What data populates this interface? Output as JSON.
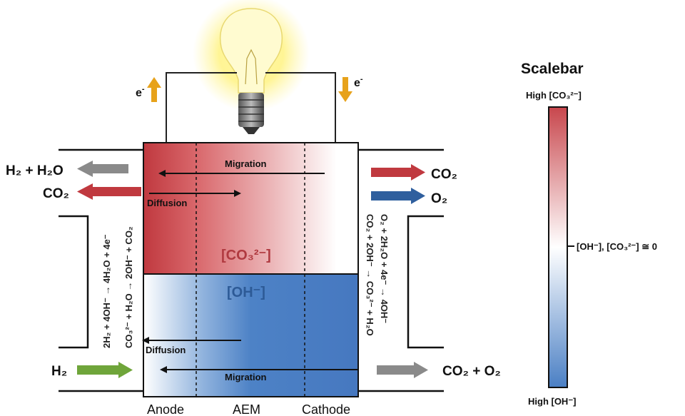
{
  "labels": {
    "electron_left": "e",
    "electron_right": "e",
    "electron_sup": "-",
    "out_left_top": "H₂ + H₂O",
    "out_left_co2": "CO₂",
    "in_left_h2": "H₂",
    "in_right_co2": "CO₂",
    "in_right_o2": "O₂",
    "out_right": "CO₂ + O₂",
    "migration_top": "Migration",
    "diffusion_top": "Diffusion",
    "diffusion_bottom": "Diffusion",
    "migration_bottom": "Migration",
    "carbonate_region": "[CO₃²⁻]",
    "hydroxide_region": "[OH⁻]",
    "anode": "Anode",
    "aem": "AEM",
    "cathode": "Cathode"
  },
  "anode_reactions": {
    "reaction1": "2H₂ + 4OH⁻ → 4H₂O + 4e⁻",
    "reaction2": "CO₃²⁻ + H₂O → 2OH⁻ + CO₂"
  },
  "cathode_reactions": {
    "reaction1": "O₂ + 2H₂O + 4e⁻ → 4OH⁻",
    "reaction2": "CO₂ + 2OH⁻ → CO₃²⁻ + H₂O"
  },
  "scalebar": {
    "title": "Scalebar",
    "high_top": "High [CO₃²⁻]",
    "middle": "[OH⁻], [CO₃²⁻] ≅ 0",
    "high_bottom": "High [OH⁻]"
  },
  "colors": {
    "carbonate": "#c8474d",
    "hydroxide": "#4a7fc4",
    "h2_arrow": "#6fa53a",
    "o2_arrow": "#2f5f9e",
    "outlet_arrow": "#808080",
    "electron_arrow": "#e7a21b"
  }
}
